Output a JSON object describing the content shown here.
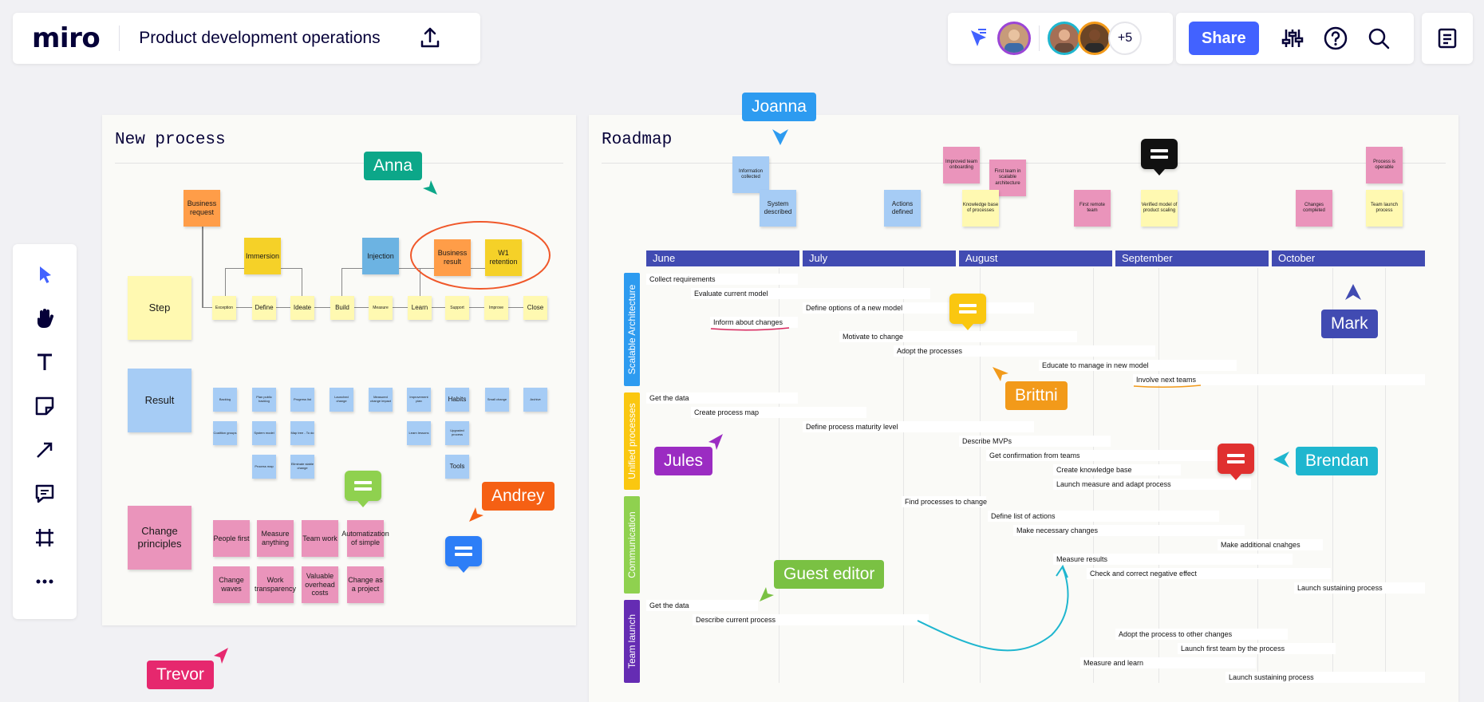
{
  "app": {
    "logo": "miro",
    "board_title": "Product development operations"
  },
  "collab": {
    "more_count": "+5"
  },
  "toolbar_right": {
    "share_label": "Share"
  },
  "colors": {
    "accent": "#4262ff",
    "month_bar": "#414bb2"
  },
  "new_process": {
    "title": "New process",
    "rows": {
      "step": "Step",
      "result": "Result",
      "change_principles": "Change principles"
    },
    "top_stickies": {
      "business_request": "Business request",
      "immersion": "Immersion",
      "injection": "Injection",
      "business_result": "Business result",
      "w1_retention": "W1 retention"
    },
    "steps": [
      "Exception",
      "Define",
      "Ideate",
      "Build",
      "Measure",
      "Learn",
      "Support",
      "Improve",
      "Close"
    ],
    "results_row1": [
      "Backlog",
      "Plan public backlog",
      "Progress list",
      "Launched change",
      "Measured change impact",
      "Improvement plan",
      "Habits",
      "Small change",
      "Archive"
    ],
    "results_row2": [
      "Coalition groups",
      "System model",
      "Map tree - To do",
      "Learn lessons",
      "Upgraded process"
    ],
    "results_row3": [
      "Process map",
      "Eliminate stable change",
      "Tools"
    ],
    "principles": [
      "People first",
      "Measure anything",
      "Team work",
      "Automatization of simple",
      "Change waves",
      "Work transparency",
      "Valuable overhead costs",
      "Change as a project"
    ]
  },
  "roadmap": {
    "title": "Roadmap",
    "milestones": {
      "info_arch": "Information collected",
      "system_desc": "System described",
      "actions_def": "Actions defined",
      "improved_onb": "Improved team onboarding",
      "first_team_scal": "First team in scalable architecture",
      "knowledge_base": "Knowledge base of processes",
      "first_remote": "First remote team",
      "verified_model": "Verified model of product scaling",
      "changes_completed": "Changes completed",
      "process_operable": "Process is operable",
      "team_launch": "Team launch process"
    },
    "months": [
      "June",
      "July",
      "August",
      "September",
      "October"
    ],
    "lanes": [
      "Scalable Architecture",
      "Unified processes",
      "Communication",
      "Team launch"
    ],
    "tasks": {
      "t1": "Collect requirements",
      "t2": "Evaluate current model",
      "t3": "Define options of a new model",
      "t4": "Inform about changes",
      "t5": "Motivate to change",
      "t6": "Adopt the processes",
      "t7": "Educate to manage in new model",
      "t8": "Involve next teams",
      "u1": "Get the data",
      "u2": "Create process map",
      "u3": "Define process maturity level",
      "u4": "Describe MVPs",
      "u5": "Get confirmation from teams",
      "u6": "Create knowledge base",
      "u7": "Launch measure and adapt process",
      "c1": "Find processes to change",
      "c2": "Define list of actions",
      "c3": "Make necessary changes",
      "c4": "Make additional cnahges",
      "c5": "Measure results",
      "c6": "Check and correct negative effect",
      "c7": "Launch sustaining process",
      "l1": "Get the data",
      "l2": "Describe current process",
      "l3": "Adopt the process to other changes",
      "l4": "Launch first team by the process",
      "l5": "Measure and learn",
      "l6": "Launch sustaining process"
    }
  },
  "cursors": {
    "anna": "Anna",
    "joanna": "Joanna",
    "andrey": "Andrey",
    "trevor": "Trevor",
    "mark": "Mark",
    "brittni": "Brittni",
    "jules": "Jules",
    "brendan": "Brendan",
    "guest": "Guest editor"
  }
}
